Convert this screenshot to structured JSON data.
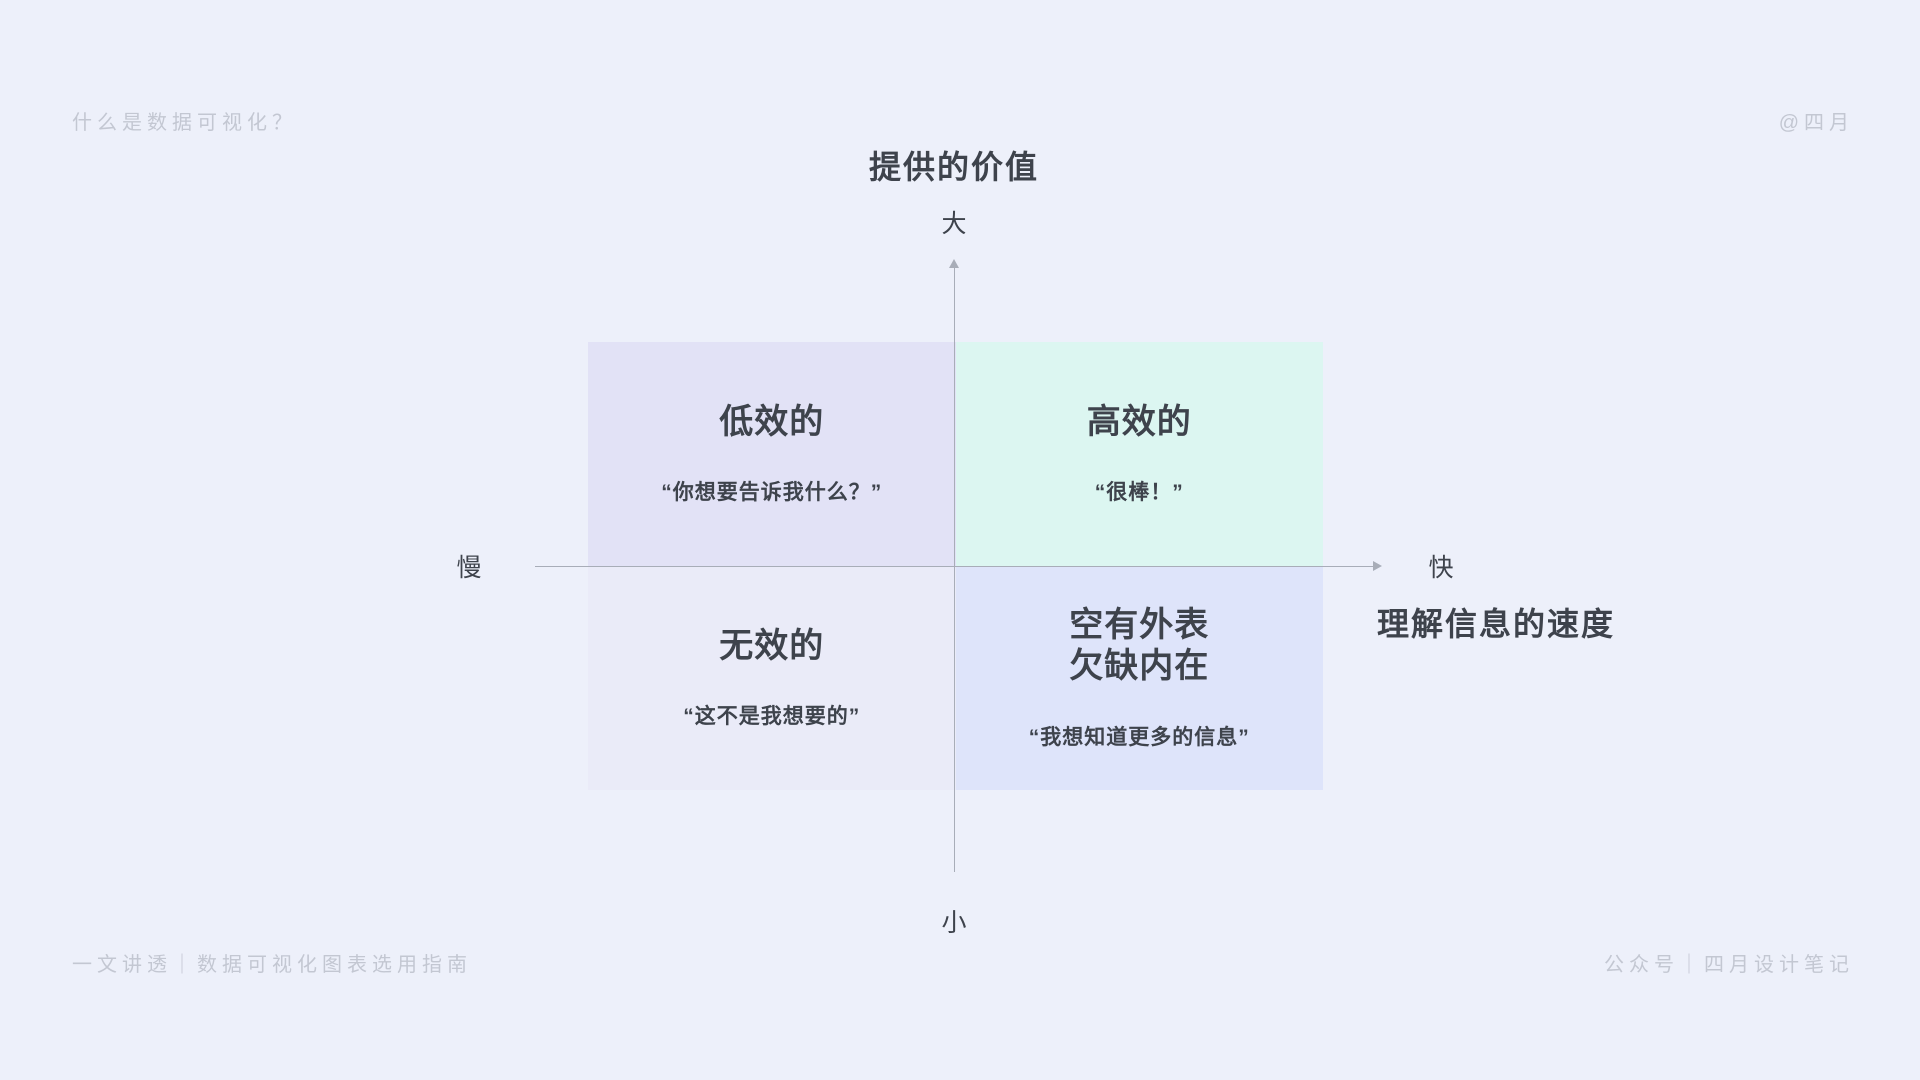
{
  "meta": {
    "top_left_note": "什么是数据可视化？",
    "top_right_note": "@四月",
    "bottom_left_note": "一文讲透｜数据可视化图表选用指南",
    "bottom_right_note": "公众号｜四月设计笔记"
  },
  "chart_data": {
    "type": "quadrant-matrix",
    "y_axis": {
      "title": "提供的价值",
      "top_label": "大",
      "bottom_label": "小"
    },
    "x_axis": {
      "title": "理解信息的速度",
      "left_label": "慢",
      "right_label": "快"
    },
    "quadrants": [
      {
        "position": "top-left",
        "title": "低效的",
        "quote": "“你想要告诉我什么？”",
        "color": "#e2e2f6"
      },
      {
        "position": "top-right",
        "title": "高效的",
        "quote": "“很棒！”",
        "color": "#dcf6f1"
      },
      {
        "position": "bottom-left",
        "title": "无效的",
        "quote": "“这不是我想要的”",
        "color": "#eaebf8"
      },
      {
        "position": "bottom-right",
        "title": "空有外表\n欠缺内在",
        "quote": "“我想知道更多的信息”",
        "color": "#dee4fa"
      }
    ],
    "colors": {
      "background": "#edf0fa",
      "axis": "#a8adb8",
      "text_dark": "#3e434c",
      "text_muted": "#c3c7d2"
    }
  }
}
